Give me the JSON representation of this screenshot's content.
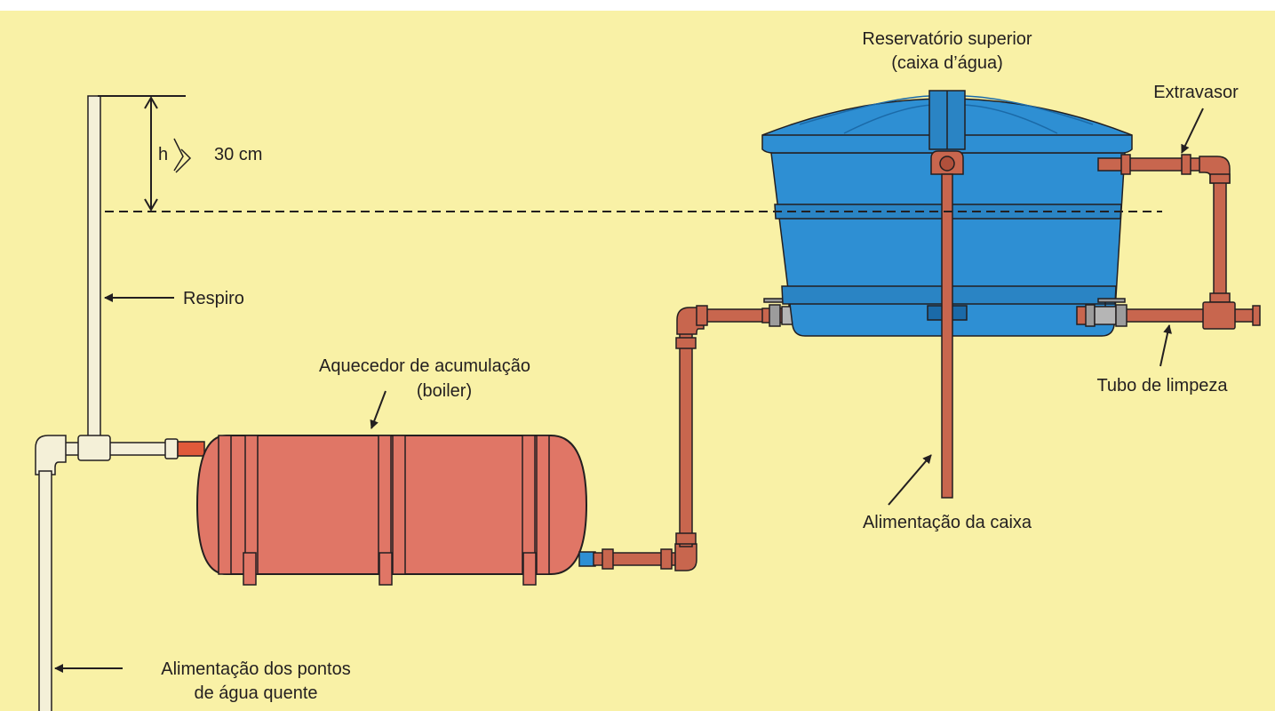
{
  "labels": {
    "reservoir_line1": "Reservatório superior",
    "reservoir_line2": "(caixa d’água)",
    "overflow": "Extravasor",
    "h_symbol": "h",
    "h_value": "30 cm",
    "vent": "Respiro",
    "boiler_line1": "Aquecedor de acumulação",
    "boiler_line2": "(boiler)",
    "cleaning_pipe": "Tubo de limpeza",
    "tank_supply": "Alimentação da caixa",
    "hot_supply_line1": "Alimentação dos pontos",
    "hot_supply_line2": "de água quente"
  },
  "colors": {
    "background": "#f9f1a6",
    "tank_blue": "#2e8fd3",
    "tank_dark": "#1b6aa8",
    "boiler_red": "#e07666",
    "pipe_copper": "#c8664e",
    "pipe_white": "#f4f0d8",
    "outline": "#231f20"
  }
}
